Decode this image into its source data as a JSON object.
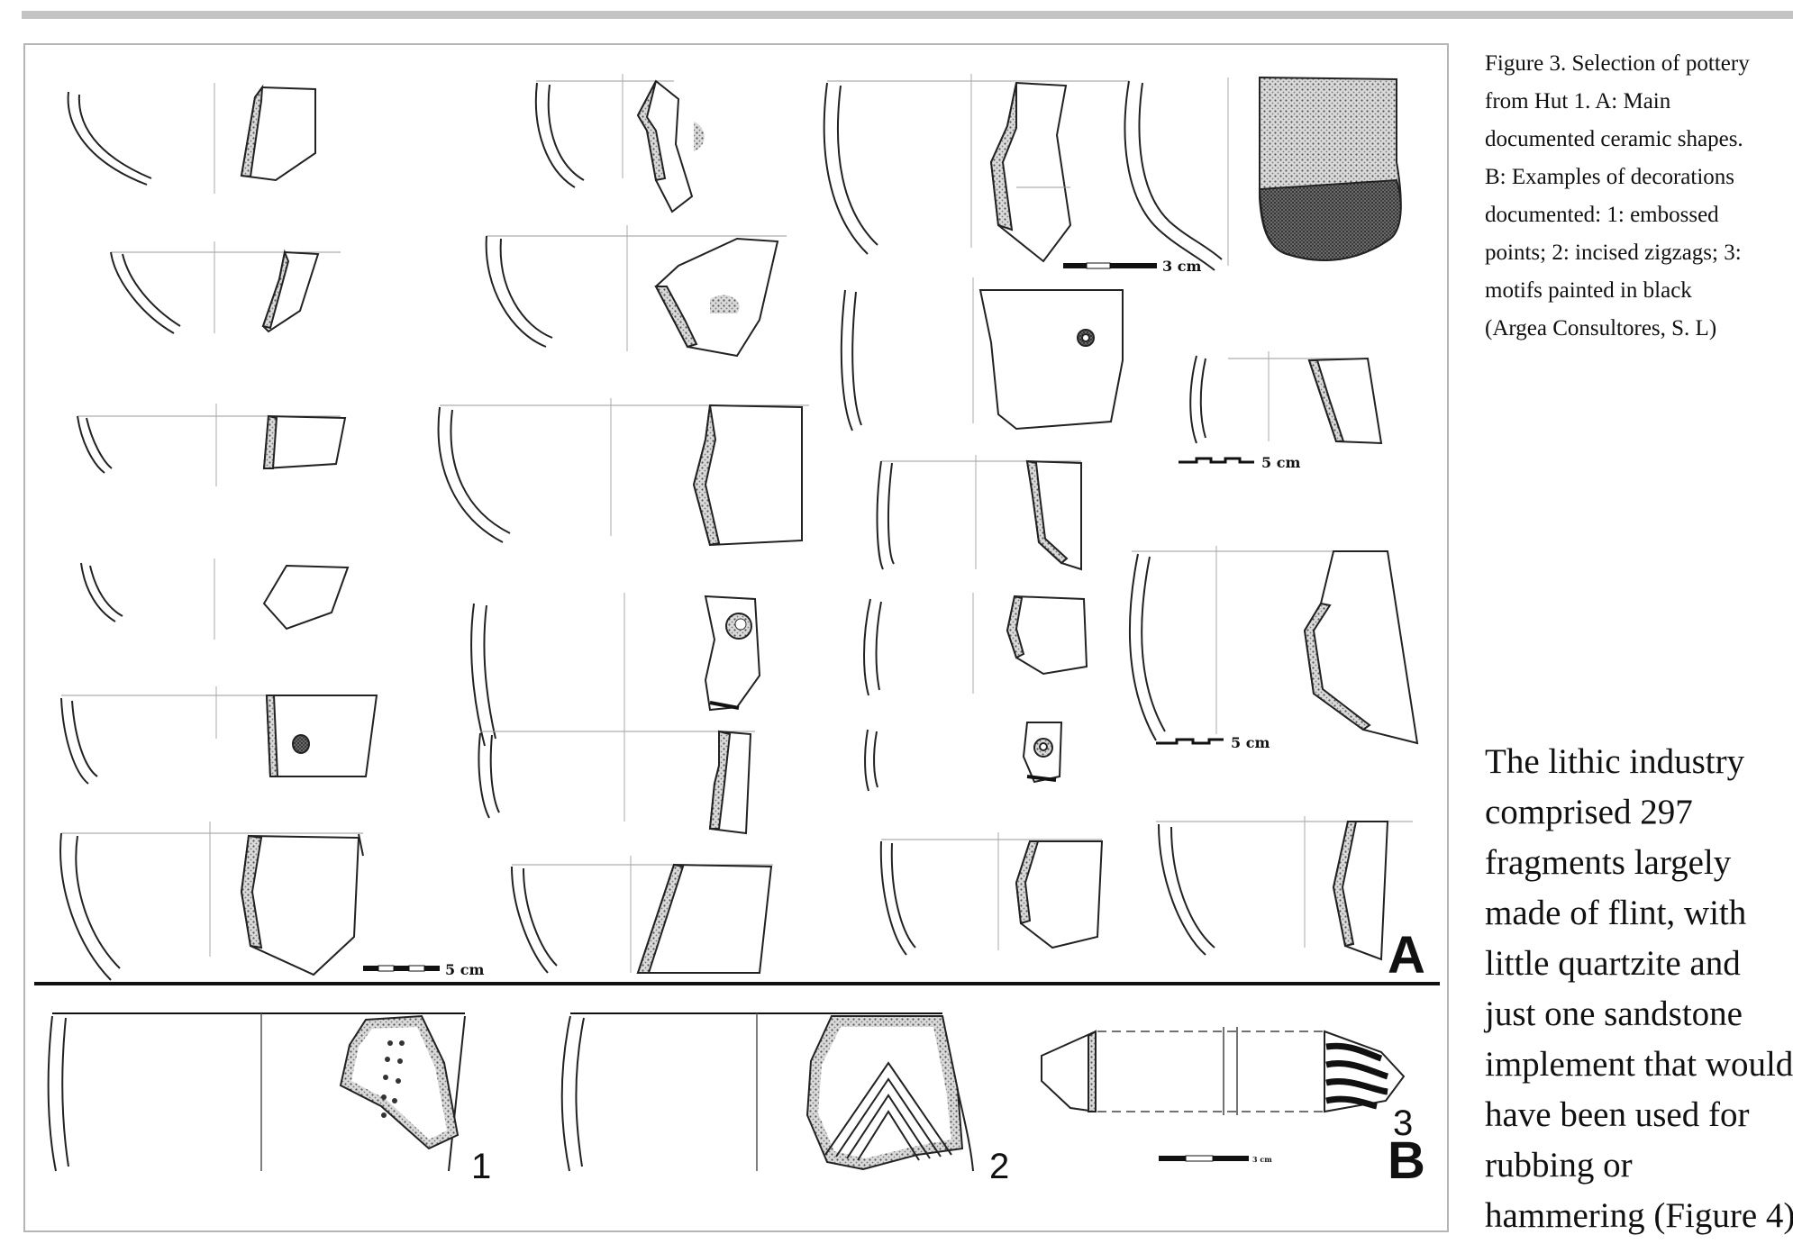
{
  "figure": {
    "panel_a_letter": "A",
    "panel_b_letter": "B",
    "scale_bars": {
      "a_top": "3 cm",
      "a_mid": "5 cm",
      "a_right": "5 cm",
      "a_bottom": "5 cm",
      "b": "3 cm"
    },
    "decoration_numbers": [
      "1",
      "2",
      "3"
    ]
  },
  "caption": {
    "lines": [
      "Figure 3. Selection of pottery",
      "from Hut 1. A: Main",
      "documented ceramic shapes.",
      "B: Examples of decorations",
      "documented: 1: embossed",
      "points; 2: incised zigzags; 3:",
      "motifs painted in black",
      "(Argea Consultores, S. L)"
    ]
  },
  "body": {
    "lines": [
      "The lithic industry",
      "comprised 297",
      "fragments largely",
      "made of flint, with",
      "little quartzite and",
      "just one sandstone",
      "implement that would",
      "have been used for",
      "rubbing or",
      "hammering (Figure 4)"
    ]
  }
}
